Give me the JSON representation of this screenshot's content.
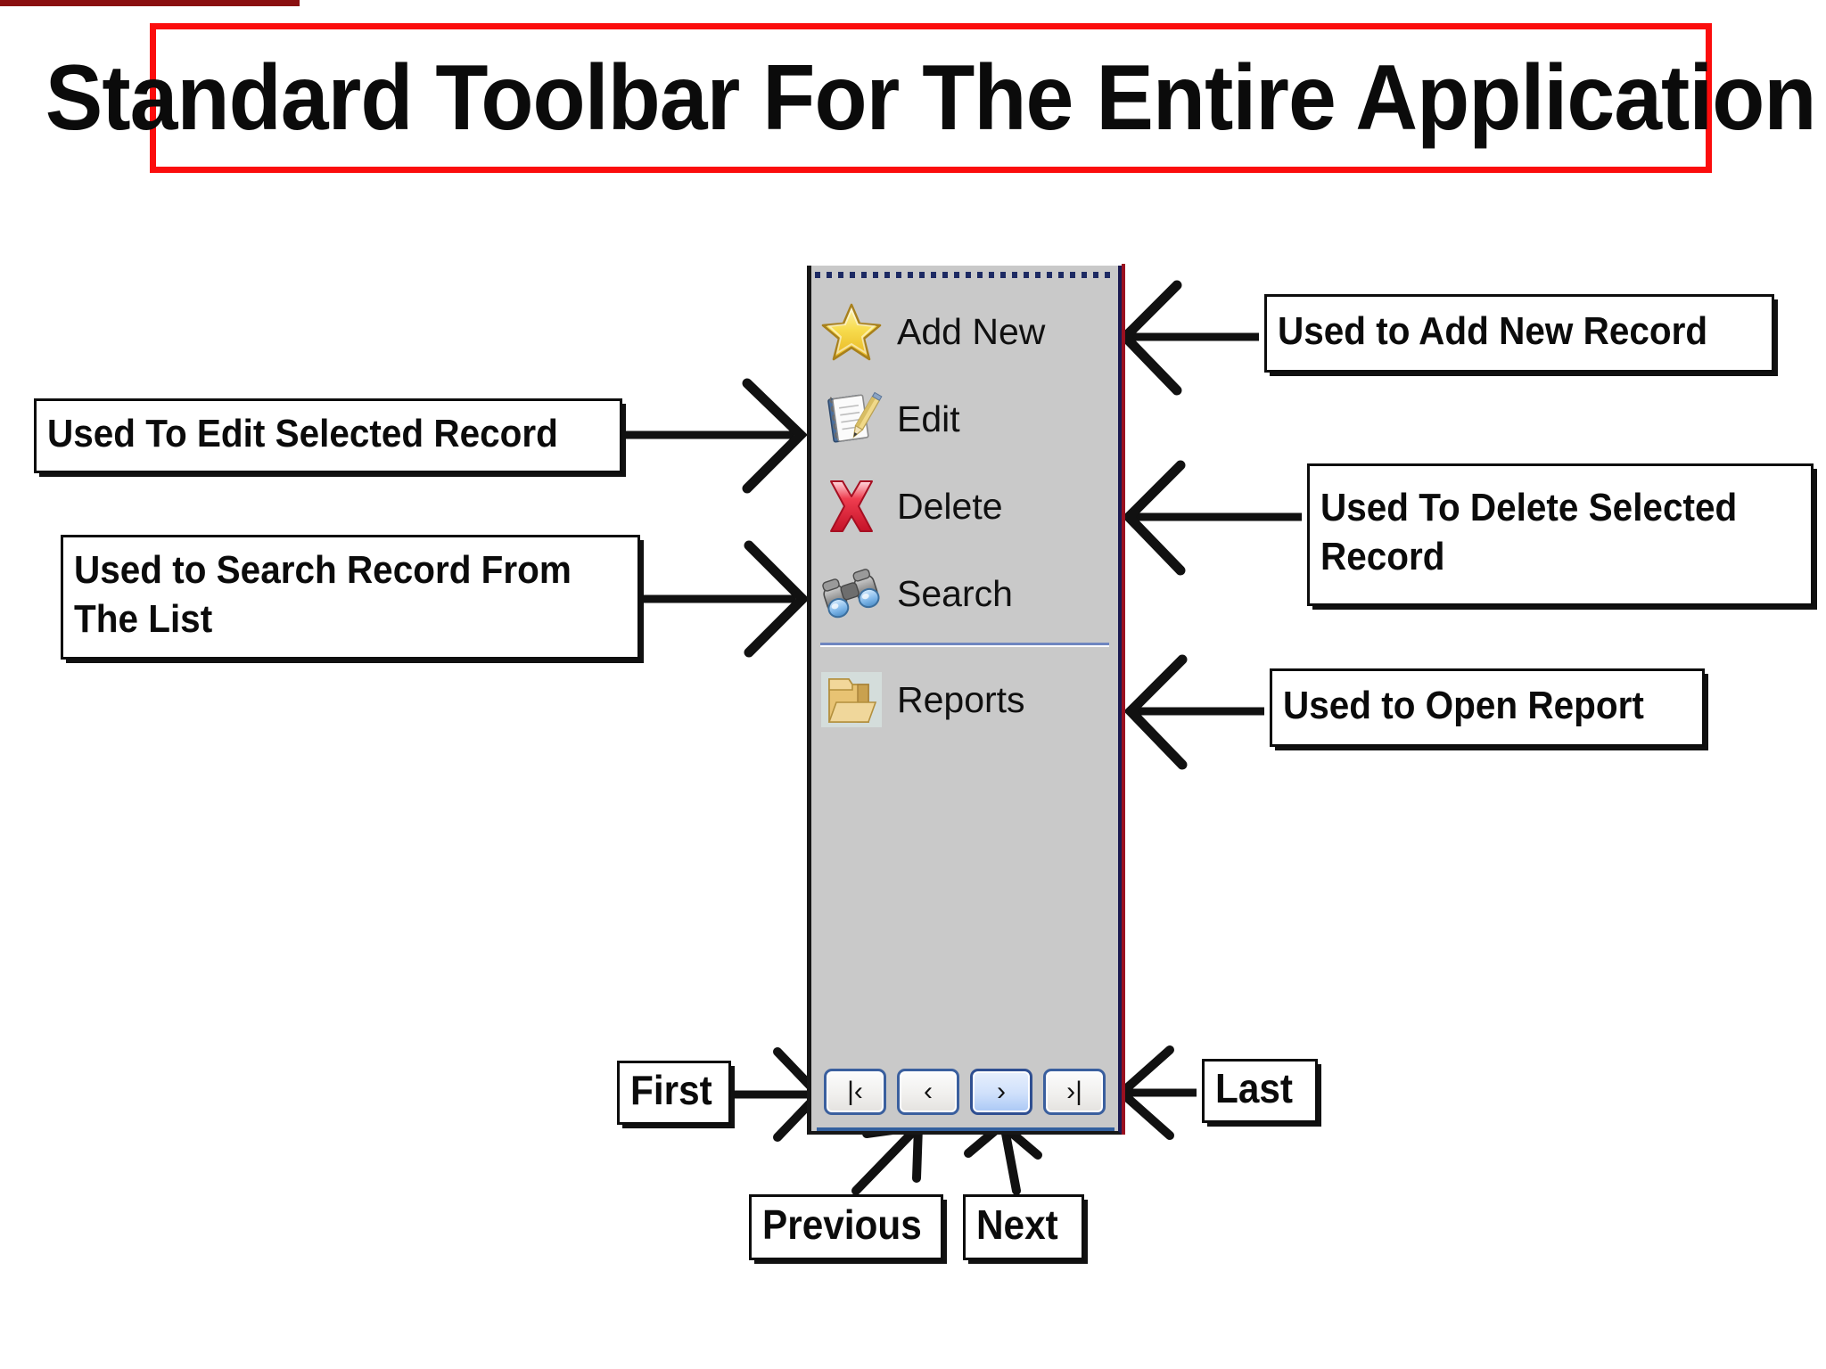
{
  "title": {
    "text": "Standard Toolbar For The Entire Application",
    "border_color": "#fb0d0d"
  },
  "toolbar": {
    "panel_bg": "#c9c9c9",
    "gripper_color": "#1d2a63",
    "separator_color": "#6f86c0",
    "items": [
      {
        "id": "add-new",
        "label": "Add New",
        "icon": "star-icon"
      },
      {
        "id": "edit",
        "label": "Edit",
        "icon": "notebook-pencil-icon"
      },
      {
        "id": "delete",
        "label": "Delete",
        "icon": "red-x-icon"
      },
      {
        "id": "search",
        "label": "Search",
        "icon": "binoculars-icon"
      },
      {
        "id": "reports",
        "label": "Reports",
        "icon": "folder-documents-icon"
      }
    ],
    "nav_buttons": [
      {
        "id": "first",
        "glyph": "|‹",
        "active": false
      },
      {
        "id": "previous",
        "glyph": "‹",
        "active": false
      },
      {
        "id": "next",
        "glyph": "›",
        "active": true
      },
      {
        "id": "last",
        "glyph": "›|",
        "active": false
      }
    ]
  },
  "annotations": {
    "edit": "Used To Edit Selected Record",
    "search_line1": "Used to Search Record From",
    "search_line2": "The List",
    "add_new": "Used to Add New Record",
    "delete_line1": "Used To Delete Selected",
    "delete_line2": "Record",
    "reports": "Used to Open Report",
    "first": "First",
    "last": "Last",
    "previous": "Previous",
    "next": "Next"
  }
}
